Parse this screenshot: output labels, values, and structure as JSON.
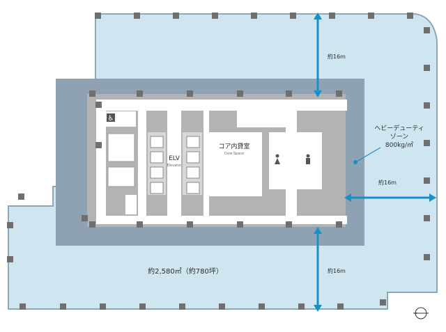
{
  "colors": {
    "office": "#cfe6f1",
    "office_border": "#8aa8b8",
    "heavy_zone": "#8fa2b4",
    "core": "#b3b3b3",
    "core_white": "#ffffff",
    "column": "#6f6f6f",
    "dimension_arrow": "#1a8fc4",
    "text": "#2b2b2b"
  },
  "labels": {
    "elv": "ELV",
    "elv_sub": "Elevator",
    "core_space": "コア内貸室",
    "core_space_sub": "Core Space",
    "heavy_duty_1": "ヘビーデューティ",
    "heavy_duty_2": "ゾーン",
    "heavy_duty_3": "800kg/㎡",
    "dim_top": "約16m",
    "dim_right": "約16m",
    "dim_bottom": "約16m",
    "area": "約2,580㎡（約780坪）"
  },
  "icons": {
    "accessible": "wheelchair-icon",
    "restroom_women": "woman-icon",
    "restroom_men": "man-icon",
    "compass": "north-compass-icon"
  }
}
